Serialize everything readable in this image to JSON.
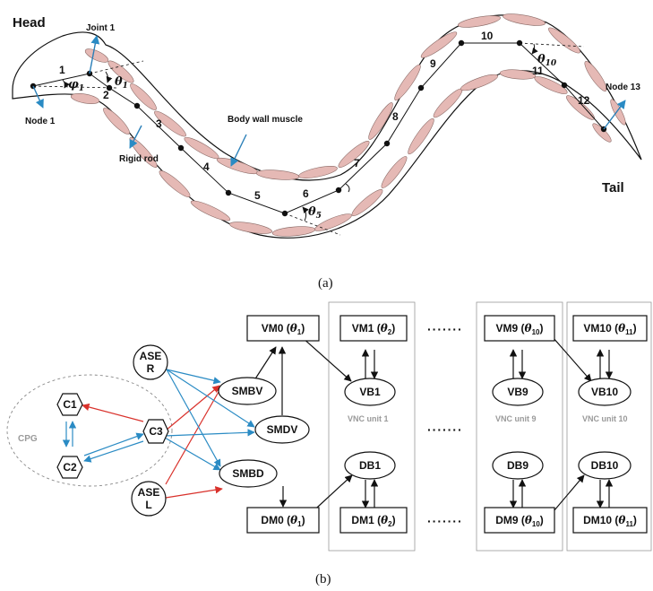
{
  "panel_a": {
    "caption": "(a)",
    "labels": {
      "head": "Head",
      "tail": "Tail",
      "joint1": "Joint 1",
      "node1": "Node 1",
      "node13": "Node 13",
      "rigid_rod": "Rigid rod",
      "body_wall_muscle": "Body wall muscle"
    },
    "segment_numbers": [
      "1",
      "2",
      "3",
      "4",
      "5",
      "6",
      "7",
      "8",
      "9",
      "10",
      "11",
      "12"
    ],
    "angles": {
      "phi1_base": "φ",
      "phi1_sub": "1",
      "theta1_base": "θ",
      "theta1_sub": "1",
      "theta5_base": "θ",
      "theta5_sub": "5",
      "theta10_base": "θ",
      "theta10_sub": "10"
    },
    "colors": {
      "muscle": "#e5b9b5",
      "arrow": "#2a7fb8"
    }
  },
  "panel_b": {
    "caption": "(b)",
    "cpg": {
      "label": "CPG",
      "nodes": [
        "C1",
        "C2",
        "C3"
      ]
    },
    "sensory": [
      {
        "line1": "ASE",
        "line2": "R"
      },
      {
        "line1": "ASE",
        "line2": "L"
      }
    ],
    "interneurons": [
      "SMBV",
      "SMDV",
      "SMBD"
    ],
    "head_motor": {
      "vm0": {
        "text": "VM0 (",
        "sym": "θ",
        "sub": "1",
        "close": ")"
      },
      "dm0": {
        "text": "DM0 (",
        "sym": "θ",
        "sub": "1",
        "close": ")"
      }
    },
    "units": [
      {
        "label": "VNC unit 1",
        "vm": {
          "text": "VM1 (",
          "sym": "θ",
          "sub": "2",
          "close": ")"
        },
        "vb": "VB1",
        "db": "DB1",
        "dm": {
          "text": "DM1 (",
          "sym": "θ",
          "sub": "2",
          "close": ")"
        }
      },
      {
        "label": "VNC unit 9",
        "vm": {
          "text": "VM9 (",
          "sym": "θ",
          "sub": "10",
          "close": ")"
        },
        "vb": "VB9",
        "db": "DB9",
        "dm": {
          "text": "DM9 (",
          "sym": "θ",
          "sub": "10",
          "close": ")"
        }
      },
      {
        "label": "VNC unit 10",
        "vm": {
          "text": "VM10 (",
          "sym": "θ",
          "sub": "11",
          "close": ")"
        },
        "vb": "VB10",
        "db": "DB10",
        "dm": {
          "text": "DM10 (",
          "sym": "θ",
          "sub": "11",
          "close": ")"
        }
      }
    ],
    "ellipsis": "·······",
    "colors": {
      "excitatory": "#d9312b",
      "inhibitory": "#2a8bc4",
      "unit_border": "#9a9a9a"
    }
  }
}
